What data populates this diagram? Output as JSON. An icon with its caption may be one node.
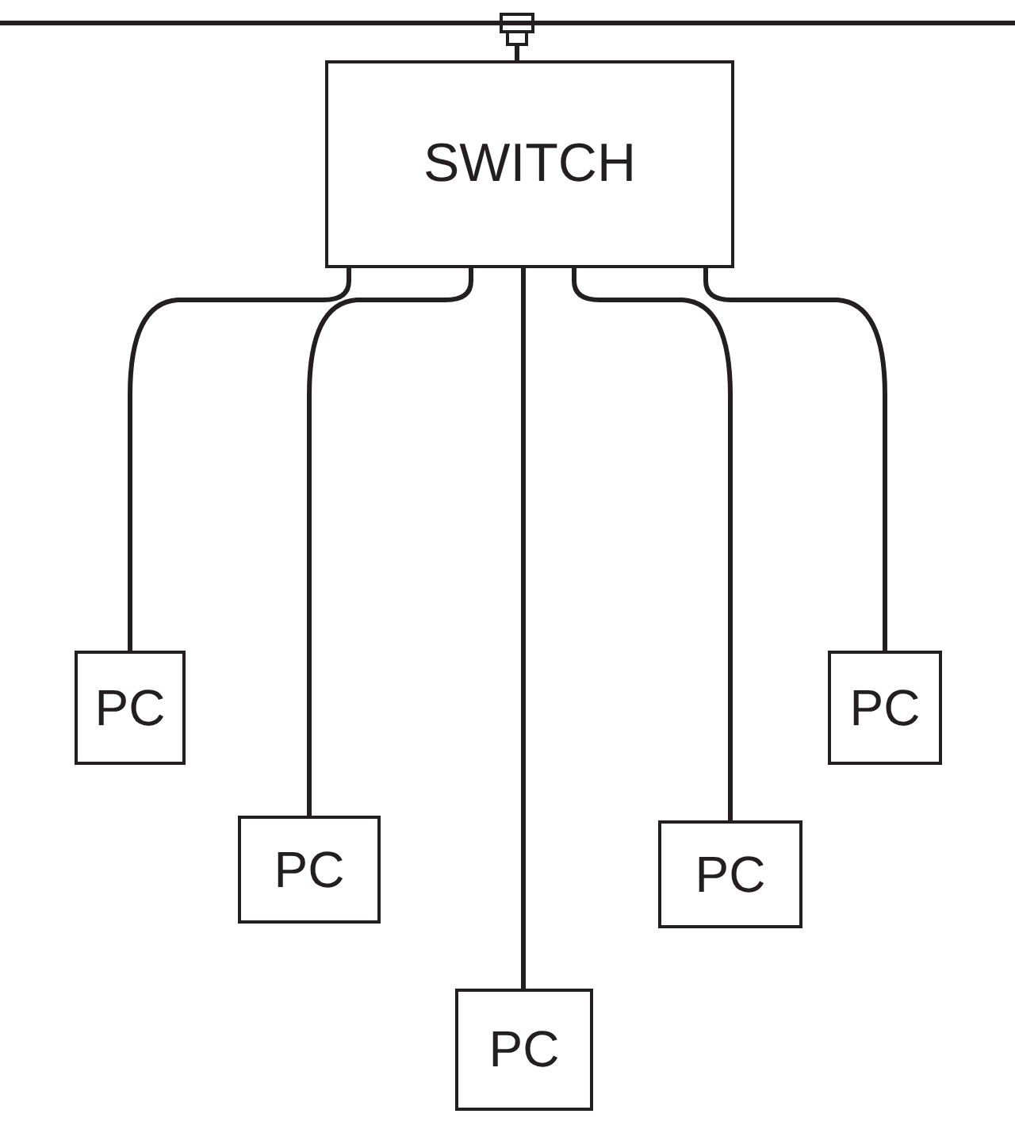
{
  "diagram": {
    "nodes": [
      {
        "text": [],
        "shape": "bar"
      },
      {
        "text": [
          "SWITCH"
        ]
      },
      {
        "text": [
          "PC"
        ]
      },
      {
        "text": [
          "PC"
        ]
      },
      {
        "text": [
          "PC"
        ]
      },
      {
        "text": [
          "PC"
        ]
      },
      {
        "text": [
          "PC"
        ]
      }
    ],
    "edges": [
      {
        "from": 1,
        "to": 0,
        "arrow": "other"
      },
      {
        "from": 1,
        "to": 2,
        "arrow": "none"
      },
      {
        "from": 1,
        "to": 3,
        "arrow": "none"
      },
      {
        "from": 1,
        "to": 4,
        "arrow": "none"
      },
      {
        "from": 1,
        "to": 5,
        "arrow": "none"
      },
      {
        "from": 1,
        "to": 6,
        "arrow": "none"
      }
    ]
  }
}
